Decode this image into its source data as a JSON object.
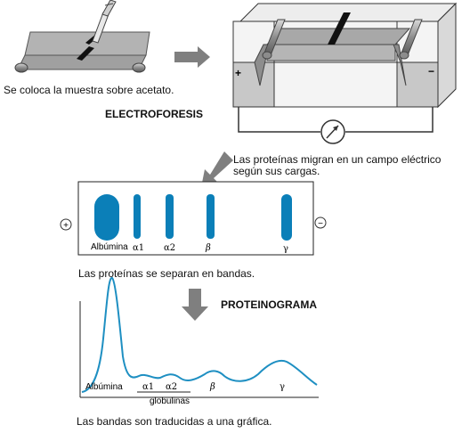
{
  "captions": {
    "step1": "Se coloca la muestra sobre acetato.",
    "title_electro": "ELECTROFORESIS",
    "step2_line1": "Las proteínas migran en un campo eléctrico",
    "step2_line2": "según sus cargas.",
    "step3": "Las proteínas se separan en bandas.",
    "title_proteino": "PROTEINOGRAMA",
    "step4": "Las bandas son traducidas a una gráfica."
  },
  "electrodes": {
    "positive": "+",
    "negative": "−"
  },
  "strip": {
    "anode_symbol": "+",
    "cathode_symbol": "−",
    "band_labels": [
      "Albúmina",
      "α1",
      "α2",
      "β",
      "γ"
    ]
  },
  "graph": {
    "labels": [
      "Albúmina",
      "α1",
      "α2",
      "β",
      "γ"
    ],
    "group_label": "globulinas"
  },
  "colors": {
    "band_blue": "#0b7fb8",
    "curve_blue": "#1e8fc2",
    "arrow_gray": "#7f7f7f",
    "acetate_gray": "#a6a6a6"
  },
  "icons": [
    "pipette-icon",
    "ammeter-icon",
    "arrow-icon"
  ]
}
